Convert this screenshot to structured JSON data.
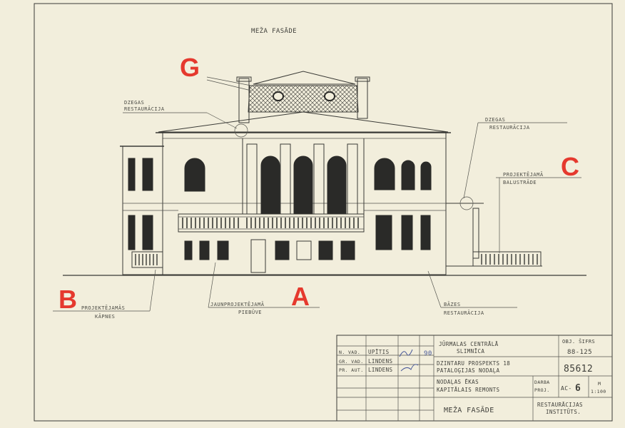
{
  "drawing": {
    "title": "MEŽA FASĀDE",
    "colors": {
      "paper": "#f2eedc",
      "ink": "#3a3a36",
      "marker": "#e5392e"
    },
    "markers": [
      {
        "letter": "G",
        "label_lines": [
          "DZEGAS",
          "RESTAURĀCIJA"
        ]
      },
      {
        "letter": "C",
        "label_lines": [
          "PROJEKTĒJAMĀ",
          "BALUSTRĀDE"
        ]
      },
      {
        "letter": "B",
        "label_lines": [
          "PROJEKTĒJAMĀS",
          "KĀPNES"
        ]
      },
      {
        "letter": "A",
        "label_lines": [
          "JAUNPROJEKTĒJAMĀ",
          "PIEBŪVE"
        ]
      }
    ],
    "notes": [
      {
        "label_lines": [
          "DZEGAS",
          "RESTAURĀCIJA"
        ]
      },
      {
        "label_lines": [
          "BĀZES",
          "RESTAURĀCIJA"
        ]
      }
    ]
  },
  "title_block": {
    "staff": [
      {
        "role": "N. VAD.",
        "name": "UPĪTIS"
      },
      {
        "role": "GR. VAD.",
        "name": "LINDENS"
      },
      {
        "role": "PR. AUT.",
        "name": "LINDENS"
      }
    ],
    "year": "90",
    "client_lines": [
      "JŪRMALAS  CENTRĀLĀ",
      "SLIMNĪCA"
    ],
    "address_lines": [
      "DZINTARU PROSPEKTS 18",
      "PATALOĢIJAS NODAĻA"
    ],
    "project_lines": [
      "NODAĻAS ĒKAS",
      "KAPITĀLAIS REMONTS"
    ],
    "sheet_title": "MEŽA FASĀDE",
    "object_code_label": "OBJ. ŠIFRS",
    "object_code": "88-125",
    "number": "85612",
    "stage_lines": [
      "DARBA",
      "PROJ."
    ],
    "sheet_id_prefix": "AC-",
    "sheet_id_num": "6",
    "scale_lines": [
      "M",
      "1:100"
    ],
    "institute_lines": [
      "RESTAURĀCIJAS",
      "INSTITŪTS."
    ]
  }
}
